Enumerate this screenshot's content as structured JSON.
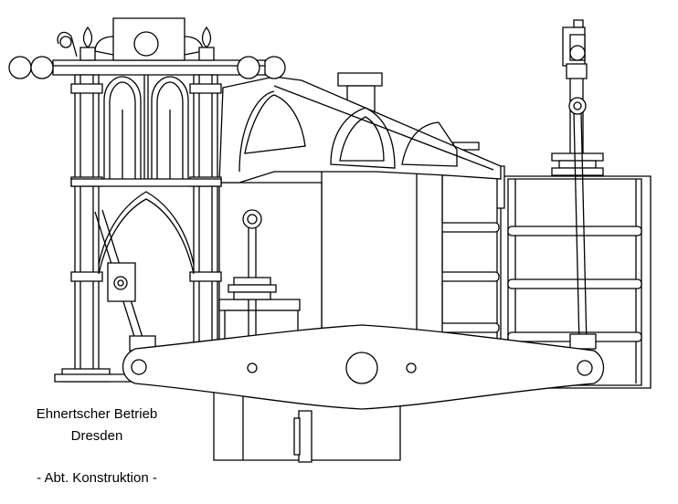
{
  "caption": {
    "line1": "Ehnertscher Betrieb",
    "line2": "Dresden",
    "line3": "- Abt. Konstruktion -"
  },
  "colors": {
    "line": "#000000",
    "background": "#ffffff"
  }
}
